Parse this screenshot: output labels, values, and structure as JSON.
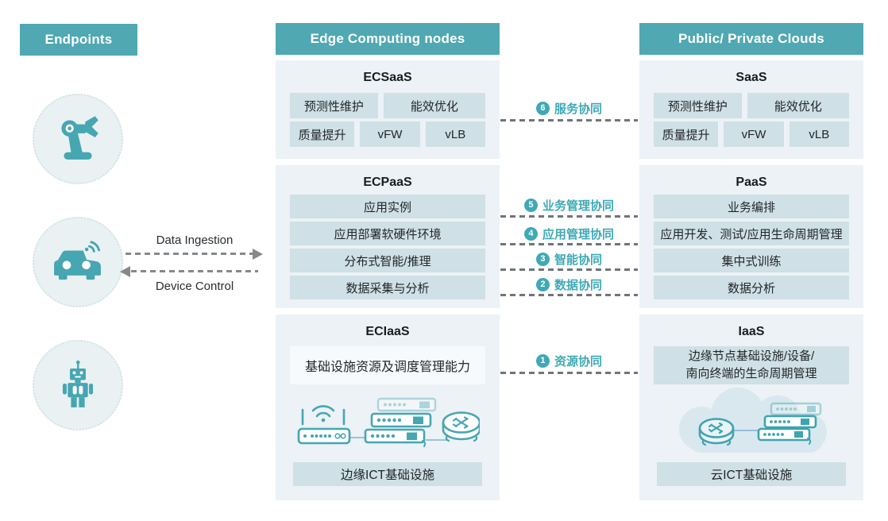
{
  "headers": {
    "endpoints": "Endpoints",
    "edge": "Edge Computing nodes",
    "clouds": "Public/ Private Clouds"
  },
  "flows": {
    "data_ingestion": "Data Ingestion",
    "device_control": "Device Control"
  },
  "edge_column": {
    "ecsaas": {
      "title": "ECSaaS",
      "chips_row1": [
        "预测性维护",
        "能效优化"
      ],
      "chips_row2": [
        "质量提升",
        "vFW",
        "vLB"
      ]
    },
    "ecpaas": {
      "title": "ECPaaS",
      "rows": [
        "应用实例",
        "应用部署软硬件环境",
        "分布式智能/推理",
        "数据采集与分析"
      ]
    },
    "eciaas": {
      "title": "ECIaaS",
      "capability": "基础设施资源及调度管理能力",
      "infra": "边缘ICT基础设施"
    }
  },
  "cloud_column": {
    "saas": {
      "title": "SaaS",
      "chips_row1": [
        "预测性维护",
        "能效优化"
      ],
      "chips_row2": [
        "质量提升",
        "vFW",
        "vLB"
      ]
    },
    "paas": {
      "title": "PaaS",
      "rows": [
        "业务编排",
        "应用开发、测试/应用生命周期管理",
        "集中式训练",
        "数据分析"
      ]
    },
    "iaas": {
      "title": "IaaS",
      "capability_line1": "边缘节点基础设施/设备/",
      "capability_line2": "南向终端的生命周期管理",
      "infra": "云ICT基础设施"
    }
  },
  "collaborations": [
    {
      "num": "6",
      "label": "服务协同"
    },
    {
      "num": "5",
      "label": "业务管理协同"
    },
    {
      "num": "4",
      "label": "应用管理协同"
    },
    {
      "num": "3",
      "label": "智能协同"
    },
    {
      "num": "2",
      "label": "数据协同"
    },
    {
      "num": "1",
      "label": "资源协同"
    }
  ],
  "icons": {
    "endpoint_1": "robot-arm-icon",
    "endpoint_2": "connected-car-icon",
    "endpoint_3": "robot-icon",
    "edge_infra": [
      "wifi-router-icon",
      "switch-stack-icon",
      "router-icon"
    ],
    "cloud_infra": [
      "cloud-shape",
      "router-icon",
      "switch-stack-icon"
    ]
  },
  "colors": {
    "header_teal": "#4FA8B2",
    "accent_teal": "#3FA9B5",
    "section_bg": "#ECF2F6",
    "chip_bg": "#CFE0E6",
    "light_box": "#F6FAFC",
    "dash_gray": "#6F7579",
    "arrow_gray": "#85898C",
    "cloud_fill": "#D9E8EF"
  }
}
